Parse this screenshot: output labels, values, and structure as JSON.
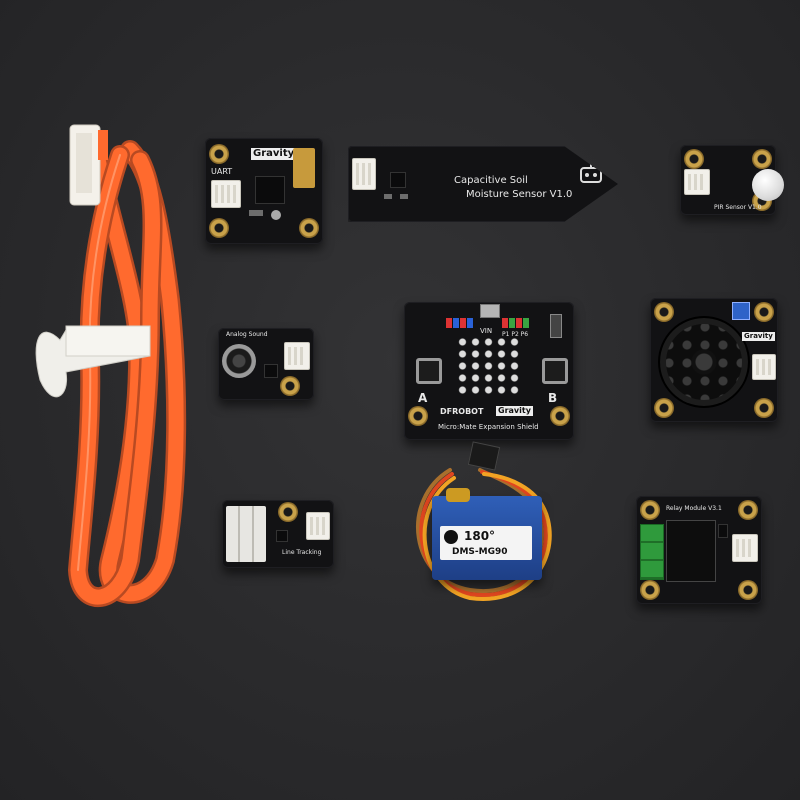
{
  "photo": {
    "background_color": "#2a2a2c",
    "cable_color": "#ff6a2e"
  },
  "modules": {
    "bluetooth_board": {
      "brand": "Gravity",
      "port": "UART"
    },
    "soil_sensor": {
      "line1": "Capacitive Soil",
      "line2": "Moisture Sensor V1.0"
    },
    "pir_sensor": {
      "label": "PIR Sensor V1.0"
    },
    "sound_sensor": {
      "label": "Analog Sound"
    },
    "expansion_board": {
      "brand": "DFROBOT",
      "gravity": "Gravity",
      "title": "Micro:Mate Expansion Shield",
      "button_a": "A",
      "button_b": "B",
      "pin_label": "P1 P2 P6",
      "vin": "VIN"
    },
    "speaker_module": {
      "brand": "Gravity"
    },
    "tracking_sensor": {
      "label": "Line Tracking"
    },
    "servo": {
      "angle": "180°",
      "model": "DMS-MG90"
    },
    "relay_module": {
      "label": "Relay Module V3.1"
    }
  }
}
